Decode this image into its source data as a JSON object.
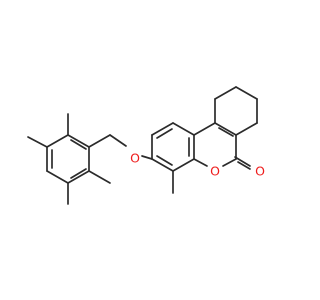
{
  "molecule": {
    "colors": {
      "bond": "#2b2b2b",
      "oxygen": "#ee1c1c",
      "background": "#ffffff"
    },
    "atom_labels": {
      "ether_oxygen": "O",
      "ring_oxygen": "O",
      "carbonyl_oxygen": "O"
    }
  }
}
